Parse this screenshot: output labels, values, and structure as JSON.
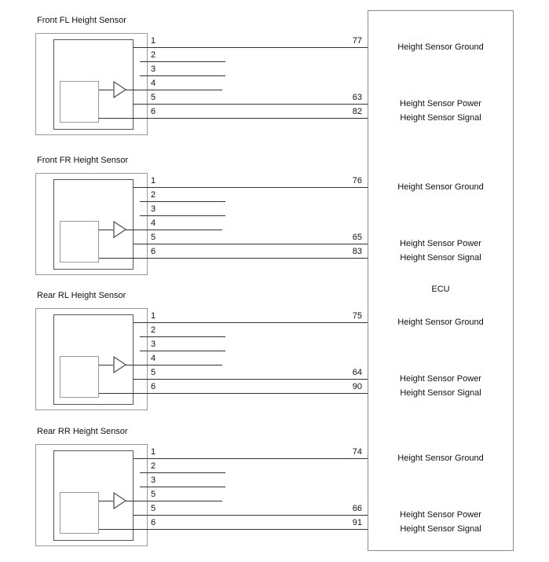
{
  "diagram": {
    "ecu": {
      "title": "ECU"
    },
    "sensors": [
      {
        "title": "Front FL Height Sensor",
        "pin_labels": [
          "1",
          "2",
          "3",
          "4",
          "5",
          "6"
        ],
        "ecu_pins": {
          "ground": "77",
          "power": "63",
          "signal": "82"
        },
        "ecu_labels": {
          "ground": "Height Sensor Ground",
          "power": "Height Sensor Power",
          "signal": "Height Sensor Signal"
        }
      },
      {
        "title": "Front FR Height Sensor",
        "pin_labels": [
          "1",
          "2",
          "3",
          "4",
          "5",
          "6"
        ],
        "ecu_pins": {
          "ground": "76",
          "power": "65",
          "signal": "83"
        },
        "ecu_labels": {
          "ground": "Height Sensor Ground",
          "power": "Height Sensor Power",
          "signal": "Height Sensor Signal"
        }
      },
      {
        "title": "Rear RL Height Sensor",
        "pin_labels": [
          "1",
          "2",
          "3",
          "4",
          "5",
          "6"
        ],
        "ecu_pins": {
          "ground": "75",
          "power": "64",
          "signal": "90"
        },
        "ecu_labels": {
          "ground": "Height Sensor Ground",
          "power": "Height Sensor Power",
          "signal": "Height Sensor Signal"
        }
      },
      {
        "title": "Rear RR Height Sensor",
        "pin_labels": [
          "1",
          "2",
          "3",
          "5",
          "5",
          "6"
        ],
        "ecu_pins": {
          "ground": "74",
          "power": "66",
          "signal": "91"
        },
        "ecu_labels": {
          "ground": "Height Sensor Ground",
          "power": "Height Sensor Power",
          "signal": "Height Sensor Signal"
        }
      }
    ],
    "colors": {
      "background": "#ffffff",
      "wire": "#333333",
      "outer_box_border": "#999999",
      "inner_box_border": "#555555",
      "ecu_box_border": "#8c8c8c",
      "text": "#111111"
    }
  }
}
